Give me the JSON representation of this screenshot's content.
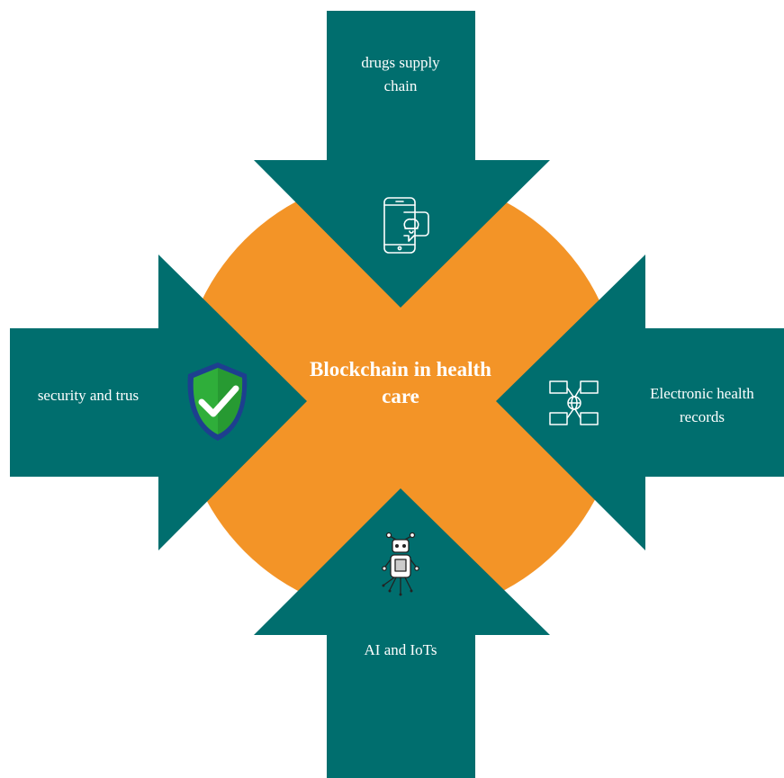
{
  "diagram": {
    "center": {
      "title_line1": "Blockchain in health",
      "title_line2": "care"
    },
    "arrows": {
      "top": {
        "label_line1": "drugs supply",
        "label_line2": "chain",
        "icon": "mobile-notification-icon"
      },
      "right": {
        "label_line1": "Electronic health",
        "label_line2": "records",
        "icon": "network-globe-icon"
      },
      "bottom": {
        "label": "AI and IoTs",
        "icon": "robot-icon"
      },
      "left": {
        "label": "security and trus",
        "icon": "shield-check-icon"
      }
    },
    "colors": {
      "arrow": "#006e6e",
      "circle": "#f39427",
      "text": "#ffffff",
      "shield_blue": "#1d3f8f",
      "shield_green": "#2fae3a"
    }
  }
}
